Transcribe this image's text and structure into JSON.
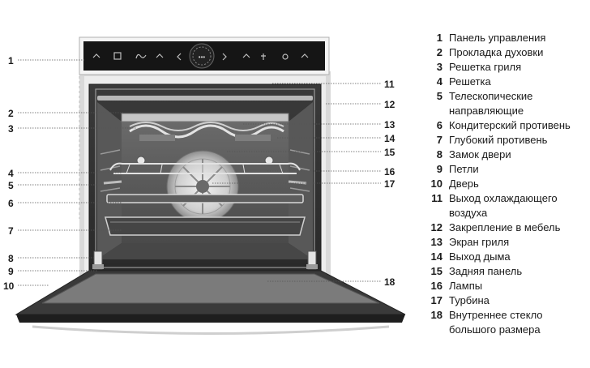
{
  "diagram": {
    "callouts": [
      "1",
      "2",
      "3",
      "4",
      "5",
      "6",
      "7",
      "8",
      "9",
      "10",
      "11",
      "12",
      "13",
      "14",
      "15",
      "16",
      "17",
      "18"
    ]
  },
  "legend": [
    {
      "num": "1",
      "text": "Панель управления"
    },
    {
      "num": "2",
      "text": "Прокладка духовки"
    },
    {
      "num": "3",
      "text": "Решетка гриля"
    },
    {
      "num": "4",
      "text": "Решетка"
    },
    {
      "num": "5",
      "text": "Телескопические направляющие"
    },
    {
      "num": "6",
      "text": "Кондитерский противень"
    },
    {
      "num": "7",
      "text": "Глубокий противень"
    },
    {
      "num": "8",
      "text": "Замок двери"
    },
    {
      "num": "9",
      "text": "Петли"
    },
    {
      "num": "10",
      "text": "Дверь"
    },
    {
      "num": "11",
      "text": "Выход охлаждающего воздуха"
    },
    {
      "num": "12",
      "text": "Закрепление в мебель"
    },
    {
      "num": "13",
      "text": "Экран гриля"
    },
    {
      "num": "14",
      "text": "Выход дыма"
    },
    {
      "num": "15",
      "text": "Задняя панель"
    },
    {
      "num": "16",
      "text": "Лампы"
    },
    {
      "num": "17",
      "text": "Турбина"
    },
    {
      "num": "18",
      "text": "Внутреннее стекло большого размера"
    }
  ]
}
